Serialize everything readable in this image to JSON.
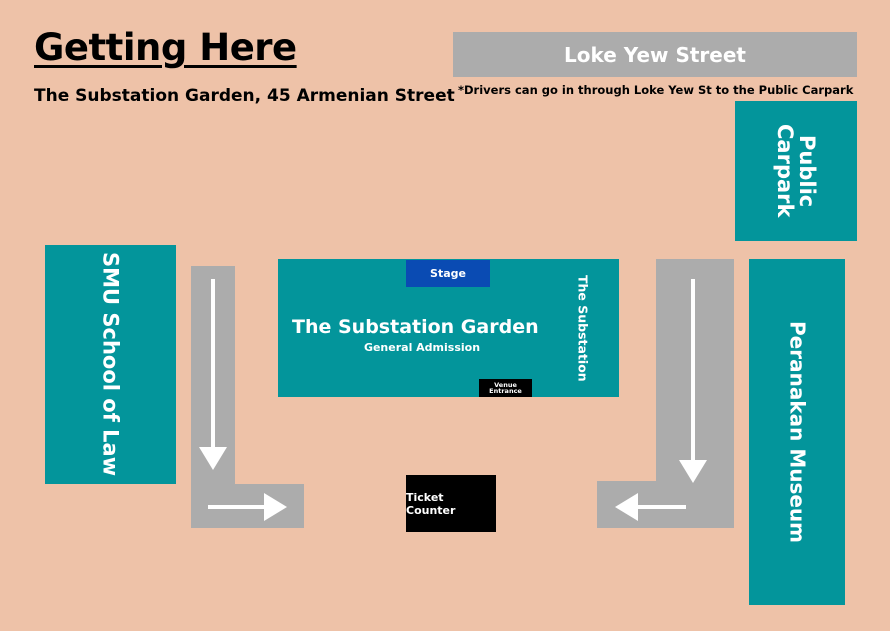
{
  "header": {
    "title": "Getting Here",
    "subtitle": "The Substation Garden, 45 Armenian Street"
  },
  "street": {
    "name": "Loke Yew Street",
    "note": "*Drivers can go in through Loke Yew St to the Public Carpark"
  },
  "buildings": {
    "carpark": "Public Carpark",
    "museum": "Peranakan Museum",
    "smu": "SMU School of Law",
    "substation": "The Substation"
  },
  "garden": {
    "name": "The Substation Garden",
    "admission": "General Admission",
    "stage": "Stage",
    "entrance": "Venue Entrance"
  },
  "ticket_counter": "Ticket Counter",
  "colors": {
    "background": "#eec2a8",
    "teal": "#03959b",
    "road": "#acacac",
    "stage": "#0a4bb3",
    "black": "#000000"
  }
}
